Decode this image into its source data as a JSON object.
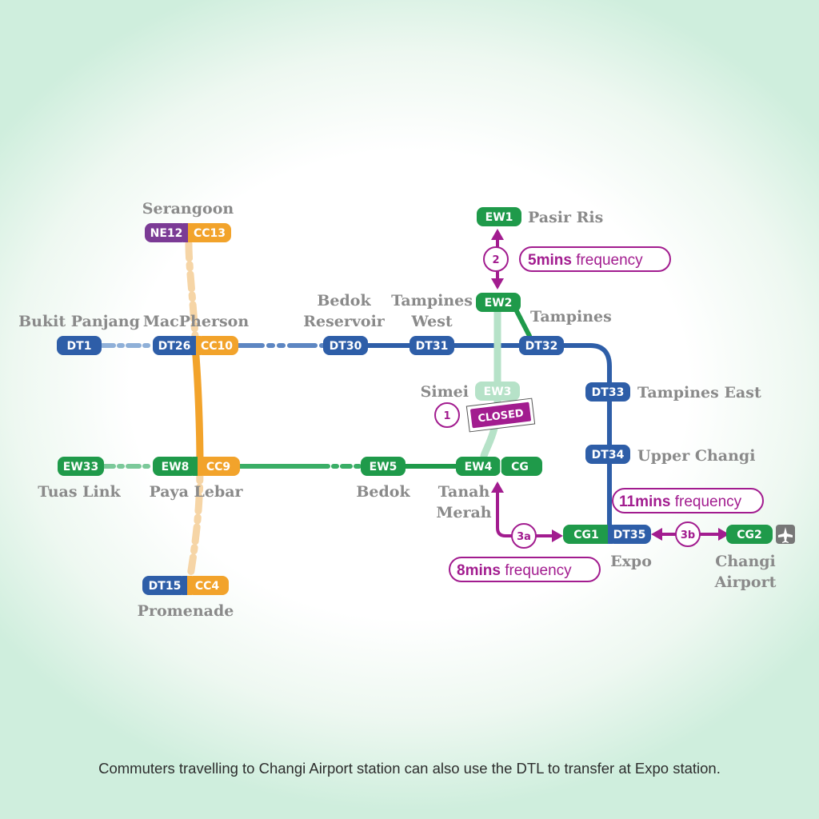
{
  "colors": {
    "downtown": "#2e5ea8",
    "eastwest": "#1f9a4a",
    "eastwest_closed": "#b6e2c8",
    "circle": "#f2a32b",
    "northeast": "#7b3b95",
    "highlight": "#a21c8f",
    "airport_icon": "#777777"
  },
  "stations": {
    "serangoon": {
      "name": "Serangoon",
      "codes": [
        "NE12",
        "CC13"
      ]
    },
    "bukit_panjang": {
      "name": "Bukit Panjang",
      "codes": [
        "DT1"
      ]
    },
    "macpherson": {
      "name": "MacPherson",
      "codes": [
        "DT26",
        "CC10"
      ]
    },
    "bedok_reservoir": {
      "name1": "Bedok",
      "name2": "Reservoir",
      "codes": [
        "DT30"
      ]
    },
    "tampines_west": {
      "name1": "Tampines",
      "name2": "West",
      "codes": [
        "DT31"
      ]
    },
    "tampines": {
      "name": "Tampines",
      "codes": [
        "DT32",
        "EW2"
      ]
    },
    "pasir_ris": {
      "name": "Pasir Ris",
      "codes": [
        "EW1"
      ]
    },
    "simei": {
      "name": "Simei",
      "codes": [
        "EW3"
      ]
    },
    "tampines_east": {
      "name": "Tampines East",
      "codes": [
        "DT33"
      ]
    },
    "upper_changi": {
      "name": "Upper Changi",
      "codes": [
        "DT34"
      ]
    },
    "tuas_link": {
      "name": "Tuas Link",
      "codes": [
        "EW33"
      ]
    },
    "paya_lebar": {
      "name": "Paya Lebar",
      "codes": [
        "EW8",
        "CC9"
      ]
    },
    "bedok": {
      "name": "Bedok",
      "codes": [
        "EW5"
      ]
    },
    "tanah_merah": {
      "name1": "Tanah",
      "name2": "Merah",
      "codes": [
        "EW4",
        "CG"
      ]
    },
    "expo": {
      "name": "Expo",
      "codes": [
        "CG1",
        "DT35"
      ]
    },
    "changi_airport": {
      "name1": "Changi",
      "name2": "Airport",
      "codes": [
        "CG2"
      ]
    },
    "promenade": {
      "name": "Promenade",
      "codes": [
        "DT15",
        "CC4"
      ]
    }
  },
  "notes": {
    "closed_label": "CLOSED",
    "n1": "1",
    "n2": "2",
    "n3a": "3a",
    "n3b": "3b",
    "f5": {
      "bold": "5mins",
      "rest": " frequency"
    },
    "f11": {
      "bold": "11mins",
      "rest": " frequency"
    },
    "f8": {
      "bold": "8mins",
      "rest": " frequency"
    }
  },
  "icons": {
    "airport": "airplane-icon"
  },
  "caption": "Commuters travelling to Changi Airport station can also use the DTL to transfer at Expo station."
}
